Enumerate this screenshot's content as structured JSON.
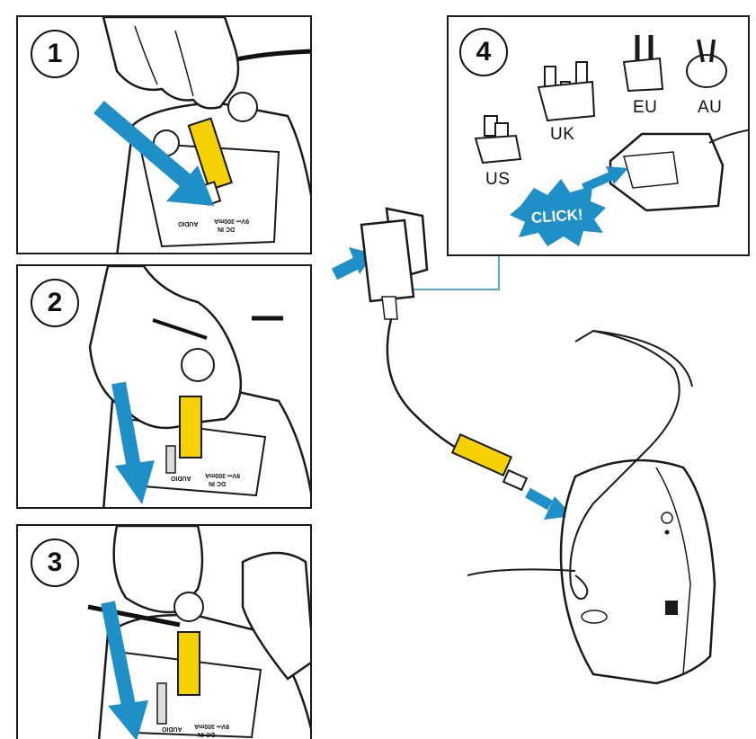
{
  "steps": [
    {
      "number": "1",
      "audio_label": "AUDIO",
      "dc_label": "DC IN",
      "rating_label": "9V⎓ 300mA"
    },
    {
      "number": "2",
      "audio_label": "AUDIO",
      "dc_label": "DC IN",
      "rating_label": "9V⎓ 300mA"
    },
    {
      "number": "3",
      "audio_label": "AUDIO",
      "dc_label": "DC IN",
      "rating_label": "9V⎓ 300mA"
    },
    {
      "number": "4",
      "click_text": "CLICK!"
    }
  ],
  "plug_adapters": [
    {
      "label": "US"
    },
    {
      "label": "UK"
    },
    {
      "label": "EU"
    },
    {
      "label": "AU"
    }
  ],
  "colors": {
    "arrow_blue": "#1f8fc8",
    "cable_yellow": "#f5d100",
    "outline": "#1a1a1a"
  }
}
